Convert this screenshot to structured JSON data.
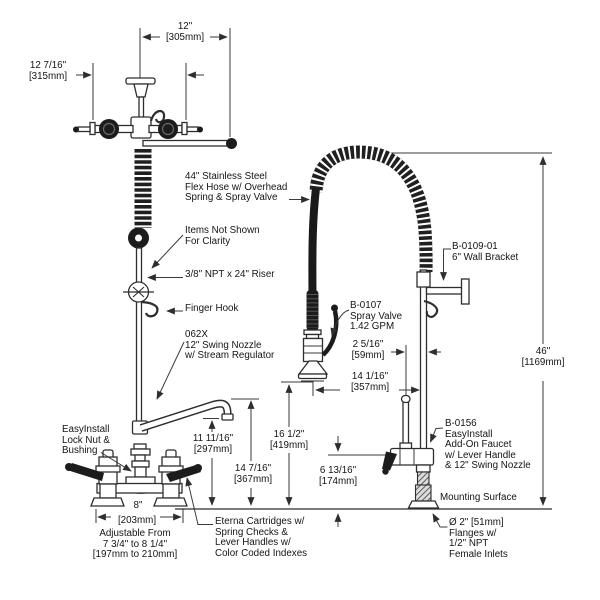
{
  "colors": {
    "background": "#ffffff",
    "line": "#2e2e2e",
    "dark_fill": "#1c1c1c",
    "text": "#141414"
  },
  "dims": {
    "arm": {
      "in": "12\"",
      "mm": "[305mm]"
    },
    "spread_top": {
      "in": "12 7/16\"",
      "mm": "[315mm]"
    },
    "nozzle_out": {
      "in": "11 11/16\"",
      "mm": "[297mm]"
    },
    "nozzle_top": {
      "in": "14 7/16\"",
      "mm": "[367mm]"
    },
    "spray_face": {
      "in": "16 1/2\"",
      "mm": "[419mm]"
    },
    "valve_offset": {
      "in": "2 5/16\"",
      "mm": "[59mm]"
    },
    "hose_offset": {
      "in": "14 1/16\"",
      "mm": "[357mm]"
    },
    "addon_height": {
      "in": "6 13/16\"",
      "mm": "[174mm]"
    },
    "overall": {
      "in": "46\"",
      "mm": "[1169mm]"
    },
    "centers": {
      "in": "8\"",
      "mm": "[203mm]",
      "l1": "Adjustable From",
      "l2": "7 3/4\" to 8 1/4\"",
      "l3": "[197mm to 210mm]"
    }
  },
  "notes": {
    "flex_hose": [
      "44\" Stainless Steel",
      "Flex Hose w/ Overhead",
      "Spring & Spray Valve"
    ],
    "items": [
      "Items Not Shown",
      "For Clarity"
    ],
    "riser": "3/8\" NPT x 24\" Riser",
    "finger_hook": "Finger Hook",
    "swing_nozzle": [
      "062X",
      "12\" Swing Nozzle",
      "w/ Stream Regulator"
    ],
    "lock_nut": [
      "EasyInstall",
      "Lock Nut &",
      "Bushing"
    ],
    "eterna": [
      "Eterna Cartridges w/",
      "Spring Checks &",
      "Lever Handles w/",
      "Color Coded Indexes"
    ],
    "spray_valve": [
      "B-0107",
      "Spray Valve",
      "1.42 GPM"
    ],
    "wall_bracket": [
      "B-0109-01",
      "6\" Wall Bracket"
    ],
    "addon_faucet": [
      "B-0156",
      "EasyInstall",
      "Add-On Faucet",
      "w/ Lever Handle",
      "& 12\" Swing Nozzle"
    ],
    "mounting": "Mounting Surface",
    "flanges": [
      "Ø 2\" [51mm]",
      "Flanges w/",
      "1/2\" NPT",
      "Female Inlets"
    ]
  }
}
